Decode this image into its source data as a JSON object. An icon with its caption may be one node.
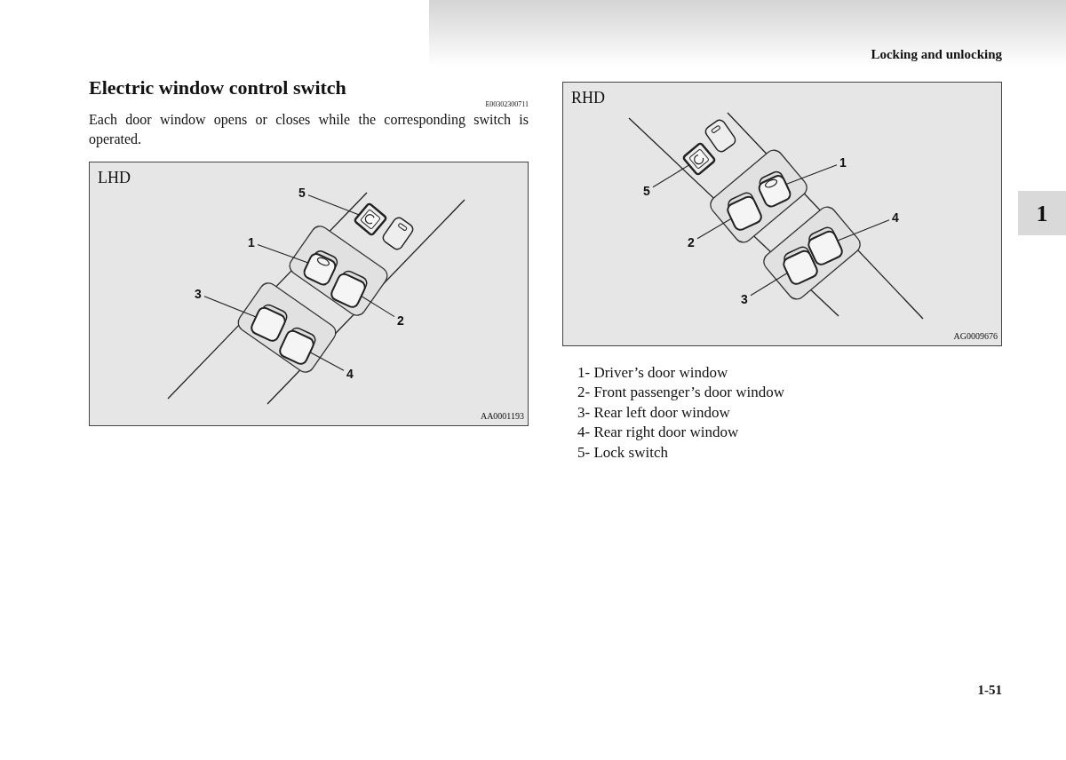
{
  "diagram": {
    "title": "Electric window control switch",
    "nodes": [
      {
        "text": [
          "LHD",
          "AA0001193"
        ]
      },
      {
        "text": [
          "5"
        ],
        "in": 0
      },
      {
        "text": [
          "1"
        ],
        "in": 0
      },
      {
        "text": [
          "3"
        ],
        "in": 0
      },
      {
        "text": [
          "2"
        ],
        "in": 0
      },
      {
        "text": [
          "4"
        ],
        "in": 0
      },
      {
        "text": [],
        "shape": "box",
        "in": 0
      },
      {
        "text": [],
        "shape": "box",
        "in": 0
      },
      {
        "text": [],
        "shape": "box",
        "in": 0
      },
      {
        "text": [],
        "shape": "box",
        "in": 0
      },
      {
        "text": [],
        "shape": "box",
        "in": 0
      },
      {
        "text": [
          "RHD",
          "AG0009676"
        ]
      },
      {
        "text": [
          "1"
        ],
        "in": 11
      },
      {
        "text": [
          "5"
        ],
        "in": 11
      },
      {
        "text": [
          "4"
        ],
        "in": 11
      },
      {
        "text": [
          "2"
        ],
        "in": 11
      },
      {
        "text": [
          "3"
        ],
        "in": 11
      },
      {
        "text": [],
        "shape": "box",
        "in": 11
      },
      {
        "text": [],
        "shape": "box",
        "in": 11
      },
      {
        "text": [],
        "shape": "box",
        "in": 11
      },
      {
        "text": [],
        "shape": "box",
        "in": 11
      },
      {
        "text": [],
        "shape": "box",
        "in": 11
      },
      {
        "text": [],
        "shape": "box",
        "in": 0
      },
      {
        "text": [],
        "shape": "box",
        "in": 11
      }
    ],
    "edges": [
      {
        "from": 1,
        "to": 6,
        "arrow": "none"
      },
      {
        "from": 2,
        "to": 7,
        "arrow": "none"
      },
      {
        "from": 3,
        "to": 9,
        "arrow": "none"
      },
      {
        "from": 4,
        "to": 8,
        "arrow": "none"
      },
      {
        "from": 5,
        "to": 10,
        "arrow": "none"
      },
      {
        "from": 12,
        "to": 18,
        "arrow": "none"
      },
      {
        "from": 13,
        "to": 17,
        "arrow": "none"
      },
      {
        "from": 14,
        "to": 21,
        "arrow": "none"
      },
      {
        "from": 15,
        "to": 19,
        "arrow": "none"
      },
      {
        "from": 16,
        "to": 20,
        "arrow": "none"
      }
    ],
    "labels": [
      "Locking and unlocking",
      "E00302300711",
      "Each door window opens or closes while the corresponding switch is operated.",
      "1- Driver’s door window",
      "2- Front passenger’s door window",
      "3- Rear left door window",
      "4- Rear right door window",
      "5- Lock switch",
      "1",
      "1-51"
    ]
  }
}
